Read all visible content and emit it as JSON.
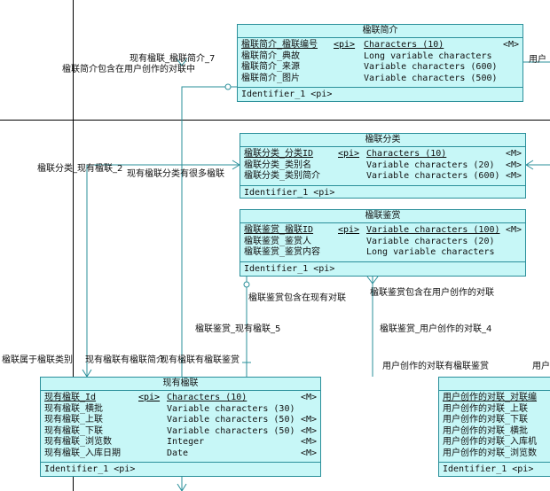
{
  "entities": {
    "couplet_intro": {
      "title": "楹联简介",
      "attrs": [
        {
          "name": "楹联简介_楹联编号",
          "pi": "<pi>",
          "type": "Characters (10)",
          "m": "<M>"
        },
        {
          "name": "楹联简介_典故",
          "pi": "",
          "type": "Long variable characters",
          "m": ""
        },
        {
          "name": "楹联简介_来源",
          "pi": "",
          "type": "Variable characters (600)",
          "m": ""
        },
        {
          "name": "楹联简介_图片",
          "pi": "",
          "type": "Variable characters (500)",
          "m": ""
        }
      ],
      "identifier": "Identifier_1 <pi>"
    },
    "couplet_category": {
      "title": "楹联分类",
      "attrs": [
        {
          "name": "楹联分类_分类ID",
          "pi": "<pi>",
          "type": "Characters (10)",
          "m": "<M>"
        },
        {
          "name": "楹联分类_类别名",
          "pi": "",
          "type": "Variable characters (20)",
          "m": "<M>"
        },
        {
          "name": "楹联分类_类别简介",
          "pi": "",
          "type": "Variable characters (600)",
          "m": "<M>"
        }
      ],
      "identifier": "Identifier_1 <pi>"
    },
    "couplet_appreciation": {
      "title": "楹联鉴赏",
      "attrs": [
        {
          "name": "楹联鉴赏_楹联ID",
          "pi": "<pi>",
          "type": "Variable characters (100)",
          "m": "<M>"
        },
        {
          "name": "楹联鉴赏_鉴赏人",
          "pi": "",
          "type": "Variable characters (20)",
          "m": ""
        },
        {
          "name": "楹联鉴赏_鉴赏内容",
          "pi": "",
          "type": "Long variable characters",
          "m": ""
        }
      ],
      "identifier": "Identifier_1 <pi>"
    },
    "existing_couplet": {
      "title": "现有楹联",
      "attrs": [
        {
          "name": "现有楹联_Id",
          "pi": "<pi>",
          "type": "Characters (10)",
          "m": "<M>"
        },
        {
          "name": "现有楹联_横批",
          "pi": "",
          "type": "Variable characters (30)",
          "m": ""
        },
        {
          "name": "现有楹联_上联",
          "pi": "",
          "type": "Variable characters (50)",
          "m": "<M>"
        },
        {
          "name": "现有楹联_下联",
          "pi": "",
          "type": "Variable characters (50)",
          "m": "<M>"
        },
        {
          "name": "现有楹联_浏览数",
          "pi": "",
          "type": "Integer",
          "m": "<M>"
        },
        {
          "name": "现有楹联_入库日期",
          "pi": "",
          "type": "Date",
          "m": "<M>"
        }
      ],
      "identifier": "Identifier_1 <pi>"
    },
    "user_couplet": {
      "title": "",
      "attrs": [
        {
          "name": "用户创作的对联_对联编",
          "pi": "",
          "type": "",
          "m": ""
        },
        {
          "name": "用户创作的对联_上联",
          "pi": "",
          "type": "",
          "m": ""
        },
        {
          "name": "用户创作的对联_下联",
          "pi": "",
          "type": "",
          "m": ""
        },
        {
          "name": "用户创作的对联_横批",
          "pi": "",
          "type": "",
          "m": ""
        },
        {
          "name": "用户创作的对联_入库机",
          "pi": "",
          "type": "",
          "m": ""
        },
        {
          "name": "用户创作的对联_浏览数",
          "pi": "",
          "type": "",
          "m": ""
        }
      ],
      "identifier": "Identifier_1 <pi>"
    }
  },
  "relations": {
    "r1": "现有楹联_楹联简介_7",
    "r2": "楹联简介包含在用户创作的对联中",
    "r3": "楹联分类_现有楹联_2",
    "r4": "现有楹联分类有很多楹联",
    "r5": "楹联鉴赏包含在现有对联",
    "r6": "楹联鉴赏包含在用户创作的对联",
    "r7": "楹联鉴赏_现有楹联_5",
    "r8": "楹联鉴赏_用户创作的对联_4",
    "r9": "楹联属于楹联类别",
    "r10": "现有楹联有楹联简介",
    "r11": "现有楹联有楹联鉴赏",
    "r12": "用户创作的对联有楹联鉴赏",
    "r13": "用户",
    "r14": "用户"
  },
  "colors": {
    "entity_fill": "#c7f7f7",
    "entity_border": "#2a8f9a",
    "connector": "#2a8f9a",
    "axis_line": "#000000"
  }
}
